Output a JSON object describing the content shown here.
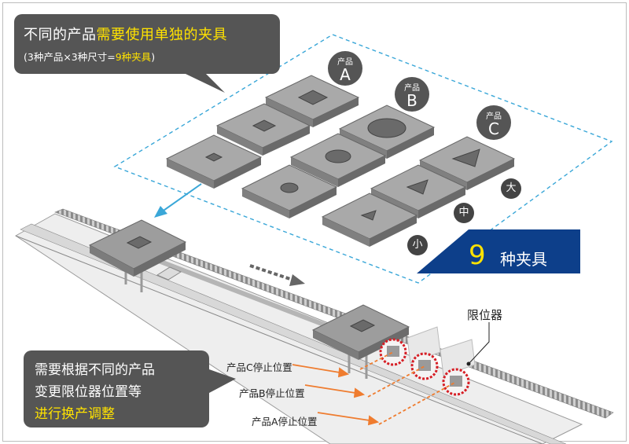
{
  "top_callout": {
    "line1_prefix": "不同的产品",
    "line1_highlight": "需要使用单独的夹具",
    "line2_prefix": "(3种产品×3种尺寸=",
    "line2_highlight": "9种夹具",
    "line2_suffix": ")"
  },
  "products": [
    {
      "small": "产品",
      "big": "A"
    },
    {
      "small": "产品",
      "big": "B"
    },
    {
      "small": "产品",
      "big": "C"
    }
  ],
  "sizes": {
    "large": "大",
    "medium": "中",
    "small": "小"
  },
  "banner": {
    "number": "9",
    "text": "种夹具"
  },
  "stopper_label": "限位器",
  "stop_positions": [
    "产品C停止位置",
    "产品B停止位置",
    "产品A停止位置"
  ],
  "bottom_callout": {
    "line1": "需要根据不同的产品",
    "line2": "变更限位器位置等",
    "line3": "进行换产调整"
  },
  "colors": {
    "highlight": "#ffe200",
    "banner": "#0d3f8a",
    "stopper": "#d61f26",
    "arrow": "#ef7c2f",
    "region": "#3aa7d8"
  }
}
